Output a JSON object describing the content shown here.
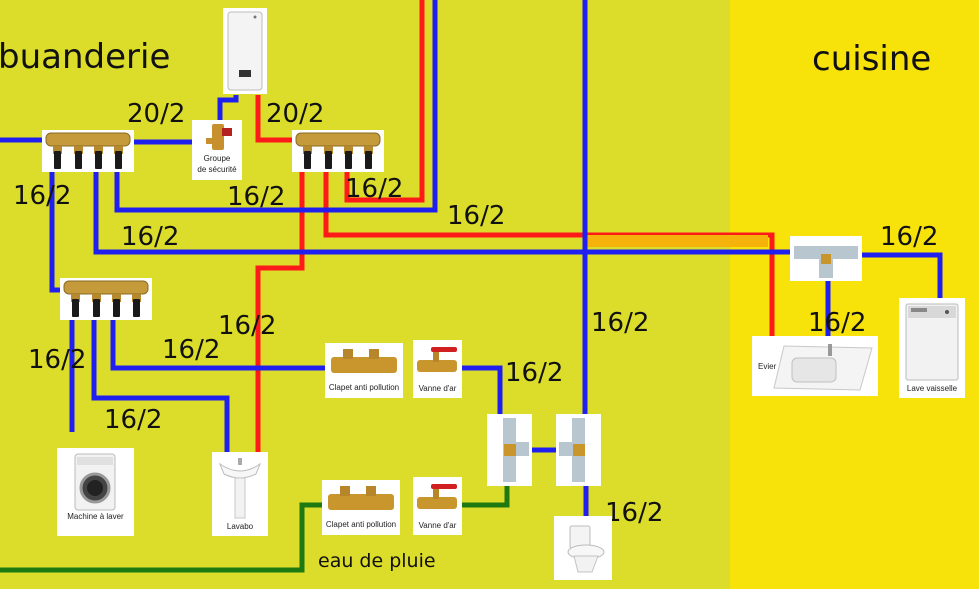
{
  "rooms": {
    "laundry": {
      "label": "buanderie",
      "color": "#dcdc2a"
    },
    "kitchen": {
      "label": "cuisine",
      "color": "#f7e20a"
    }
  },
  "pipe_colors": {
    "cold": "#1f1ff0",
    "hot": "#ff1a1a",
    "rain": "#1e7a10",
    "hot_highlight": "#f4b20a"
  },
  "pipe_labels": [
    "20/2",
    "20/2",
    "16/2",
    "16/2",
    "16/2",
    "16/2",
    "16/2",
    "16/2",
    "16/2",
    "16/2",
    "16/2",
    "16/2",
    "16/2",
    "16/2",
    "16/2",
    "16/2"
  ],
  "rain_label": "eau de pluie",
  "devices": {
    "water_heater": {
      "icon": "water-heater-icon"
    },
    "safety_group": {
      "label_line1": "Groupe",
      "label_line2": "de sécurité",
      "icon": "safety-group-icon"
    },
    "manifold_cold_top": {
      "icon": "manifold-icon"
    },
    "manifold_hot": {
      "icon": "manifold-icon"
    },
    "manifold_cold_low": {
      "icon": "manifold-icon"
    },
    "check_valve_1": {
      "label": "Clapet anti pollution",
      "icon": "check-valve-icon"
    },
    "ball_valve_1": {
      "label": "Vanne d'ar",
      "icon": "ball-valve-icon"
    },
    "check_valve_2": {
      "label": "Clapet anti pollution",
      "icon": "check-valve-icon"
    },
    "ball_valve_2": {
      "label": "Vanne d'ar",
      "icon": "ball-valve-icon"
    },
    "tee_left": {
      "icon": "tee-fitting-icon"
    },
    "tee_right": {
      "icon": "tee-fitting-icon"
    },
    "tee_kitchen": {
      "icon": "tee-fitting-icon"
    },
    "washing_machine": {
      "label": "Machine à laver",
      "icon": "washing-machine-icon"
    },
    "washbasin": {
      "label": "Lavabo",
      "icon": "washbasin-icon"
    },
    "toilet": {
      "icon": "toilet-icon"
    },
    "sink": {
      "label": "Evier",
      "icon": "sink-icon"
    },
    "dishwasher": {
      "label": "Lave vaisselle",
      "icon": "dishwasher-icon"
    }
  }
}
